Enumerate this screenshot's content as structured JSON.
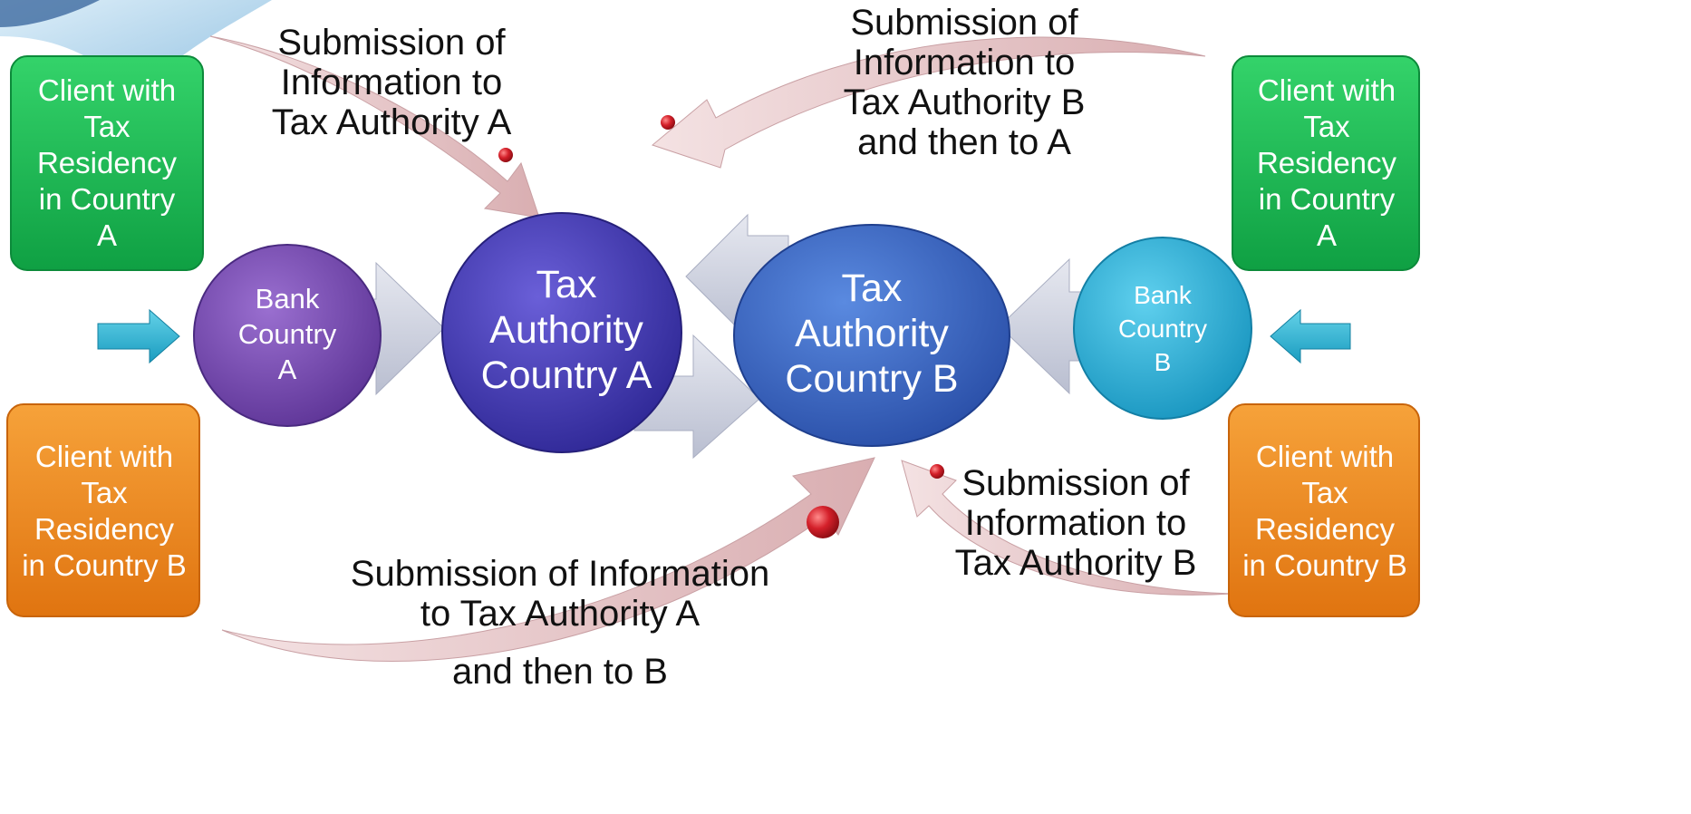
{
  "clients": {
    "left_top": "Client with Tax Residency in Country A",
    "left_bottom": "Client with Tax Residency in Country B",
    "right_top": "Client with Tax Residency in Country A",
    "right_bottom": "Client with Tax Residency in Country B"
  },
  "banks": {
    "a": "Bank Country A",
    "b": "Bank Country B"
  },
  "tax_authorities": {
    "a": "Tax Authority Country A",
    "b": "Tax Authority Country B"
  },
  "flows": {
    "top_left": "Submission of Information to Tax Authority A",
    "top_right": "Submission of Information to Tax Authority B and then to A",
    "bottom_left": "Submission of Information to Tax Authority A and then to B",
    "bottom_right": "Submission of Information to Tax Authority B"
  },
  "colors": {
    "client_a": "#1db954",
    "client_b": "#f08a1c",
    "bank_a": "#7b4fb5",
    "bank_b": "#2bb3d8",
    "tax_a": "#4a3fb8",
    "tax_b": "#3d6cc9",
    "curved_arrow": "#e8c4c6",
    "dot": "#c81e28"
  }
}
